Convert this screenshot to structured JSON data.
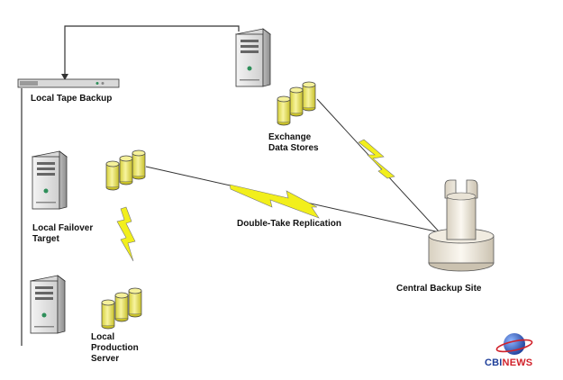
{
  "labels": {
    "local_tape_backup": "Local Tape Backup",
    "exchange_line1": "Exchange",
    "exchange_line2": "Data Stores",
    "local_failover_line1": "Local Failover",
    "local_failover_line2": "Target",
    "double_take": "Double-Take Replication",
    "central_backup": "Central Backup Site",
    "local_production_line1": "Local",
    "local_production_line2": "Production",
    "local_production_line3": "Server"
  },
  "logo": {
    "part1": "CBI",
    "part2": "NEWS"
  },
  "colors": {
    "lightning": "#f2ef1c",
    "cylinder": "#ece76a",
    "server_body": "#e9e9e9",
    "outline": "#333333",
    "logo_blue": "#1f3f9a",
    "logo_red": "#d1222b"
  }
}
